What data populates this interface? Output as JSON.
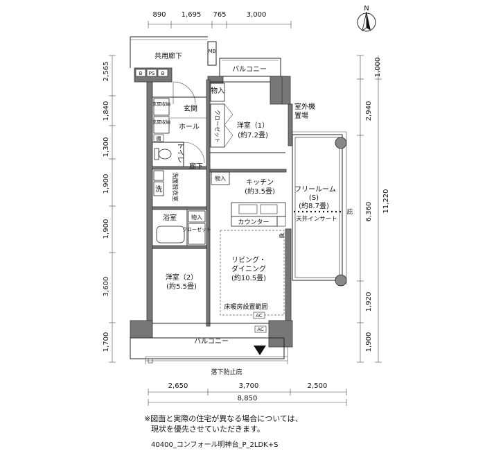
{
  "dimensions": {
    "top": [
      "890",
      "1,695",
      "765",
      "3,000"
    ],
    "bottom": [
      "2,650",
      "3,700",
      "2,500"
    ],
    "bottom_total": "8,850",
    "left": [
      "2,565",
      "1,840",
      "1,300",
      "1,900",
      "1,900",
      "3,600",
      "1,700"
    ],
    "right_inner": [
      "1,000",
      "2,940",
      "6,360",
      "1,920",
      "1,900"
    ],
    "right_total": "11,220"
  },
  "compass": "N",
  "rooms": {
    "corridor": "共用廊下",
    "mb": "MB",
    "b1": "B",
    "ps": "PS",
    "b2": "B",
    "balcony_top": "バルコニー",
    "storage_in": "物入",
    "genkan": "玄関",
    "closet": "クローゼット",
    "western1_name": "洋室（1）",
    "western1_size": "(約7.2畳)",
    "outdoor_unit_1": "室外機",
    "outdoor_unit_2": "置場",
    "entry_storage1": "玄関収納",
    "entry_storage2": "玄関収納",
    "hall": "ホール",
    "shelf1": "棚",
    "toilet": "トイレ",
    "hallway": "廊下",
    "storage_in2": "物入",
    "kitchen_name": "キッチン",
    "kitchen_size": "(約3.5畳)",
    "free_name": "フリールーム",
    "free_s": "(S)",
    "free_size": "(約8.7畳)",
    "eave": "庇",
    "ceiling_insert": "天井インサート",
    "washroom": "洗面脱衣室",
    "washer": "洗",
    "counter": "カウンター",
    "bath": "浴室",
    "storage_in3": "物入",
    "closet2": "クローゼット",
    "shelf2": "棚",
    "living_name1": "リビング・",
    "living_name2": "ダイニング",
    "living_size": "(約10.5畳)",
    "western2_name": "洋室（2）",
    "western2_size": "(約5.5畳)",
    "floor_heating": "床暖房設置範囲",
    "ac1": "AC",
    "ac2": "AC",
    "balcony_bottom": "バルコニー",
    "fall_guard": "落下防止庇"
  },
  "notes": {
    "line1": "※図面と実際の住宅が異なる場合については、",
    "line2": "現状を優先させていただきます。",
    "caption": "40400_コンフォール明神台_P_2LDK+S"
  }
}
